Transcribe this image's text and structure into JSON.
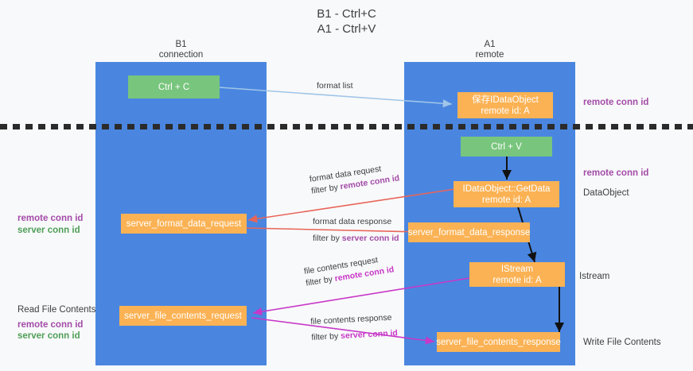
{
  "title": {
    "line1": "B1 - Ctrl+C",
    "line2": "A1 - Ctrl+V"
  },
  "columns": [
    {
      "name": "B1",
      "role": "connection"
    },
    {
      "name": "A1",
      "role": "remote"
    }
  ],
  "nodes": {
    "ctrl_c": {
      "label": "Ctrl + C",
      "color": "#78c57d"
    },
    "save_idataobject": {
      "line1": "保存IDataObject",
      "line2": "remote id: A",
      "color": "#fbb254"
    },
    "ctrl_v": {
      "label": "Ctrl + V",
      "color": "#78c57d"
    },
    "getdata": {
      "line1": "IDataObject::GetData",
      "line2": "remote id: A",
      "color": "#fbb254"
    },
    "server_format_data_request": {
      "label": "server_format_data_request",
      "color": "#fbb254"
    },
    "server_format_data_response": {
      "label": "server_format_data_response",
      "color": "#fbb254"
    },
    "istream": {
      "line1": "IStream",
      "line2": "remote id: A",
      "color": "#fbb254"
    },
    "server_file_contents_request": {
      "label": "server_file_contents_request",
      "color": "#fbb254"
    },
    "server_file_contents_response": {
      "label": "server_file_contents_response",
      "color": "#fbb254"
    }
  },
  "edges": {
    "format_list": {
      "label": "format list",
      "color": "#9fc5e8"
    },
    "format_data_request": {
      "line1": "format data request",
      "prefix": "filter by ",
      "emphasis": "remote conn id",
      "color": "#e8655a"
    },
    "format_data_response": {
      "line1": "format data response",
      "prefix": "filter by ",
      "emphasis": "server conn id",
      "color": "#e8655a"
    },
    "file_contents_request": {
      "line1": "file contents request",
      "prefix": "filter by ",
      "emphasis": "remote conn id",
      "color": "#c838c8"
    },
    "file_contents_response": {
      "line1": "file contents response",
      "prefix": "filter by ",
      "emphasis": "server conn id",
      "color": "#c838c8"
    }
  },
  "annotations": {
    "right_top_remote_conn_id": "remote conn id",
    "right_mid_remote_conn_id": "remote conn id",
    "dataobject": "DataObject",
    "istream": "Istream",
    "write_file_contents": "Write File Contents",
    "left_remote_conn_id": "remote conn id",
    "left_server_conn_id": "server conn id",
    "read_file_contents": "Read File Contents",
    "bottom_remote_conn_id": "remote conn id",
    "bottom_server_conn_id": "server conn id"
  },
  "colors": {
    "lane": "#4a86e0",
    "green_node": "#78c57d",
    "orange_node": "#fbb254",
    "purple_text": "#a34ba8",
    "green_text": "#4f9e58",
    "red_edge": "#e8655a",
    "magenta_edge": "#c838c8",
    "light_blue_edge": "#9fc5e8",
    "background": "#f8f9fa"
  }
}
